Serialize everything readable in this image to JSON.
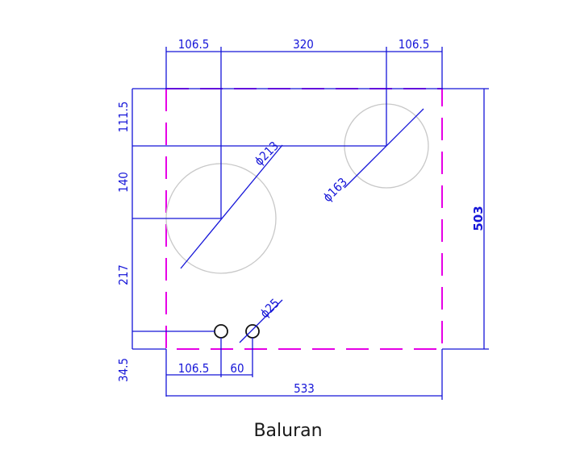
{
  "dimensions": {
    "top_left": "106.5",
    "top_middle": "320",
    "top_right": "106.5",
    "left_upper": "111.5",
    "left_second": "140",
    "left_third": "217",
    "left_bottom": "34.5",
    "bottom_left": "106.5",
    "bottom_spacing": "60",
    "overall_width": "533",
    "overall_height": "503"
  },
  "diameters": {
    "large_burner": "ϕ213",
    "small_burner": "ϕ163",
    "knob_hole": "ϕ25"
  },
  "caption": "Baluran",
  "colors": {
    "dimension_lines": "#1515d8",
    "cutout_outline": "#e600e6",
    "burner_circles": "#c8c8c8",
    "knob_holes": "#111111"
  }
}
